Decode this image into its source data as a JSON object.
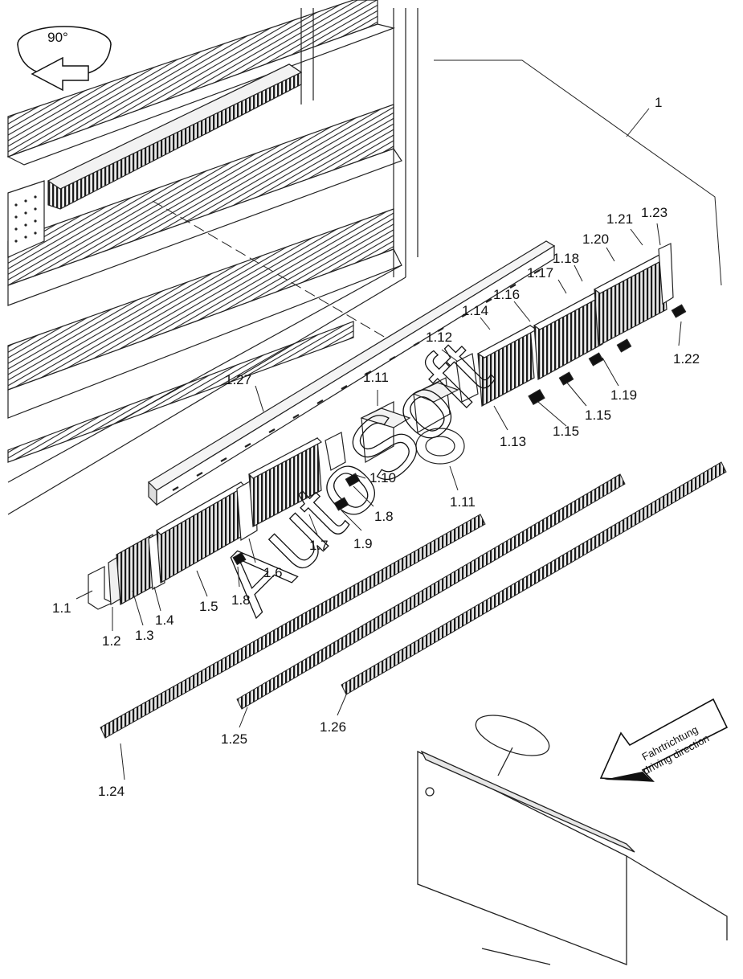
{
  "rotation_label": "90°",
  "watermark": "AutoSoft",
  "direction_label": {
    "line1": "Fahrtrichtung",
    "line2": "driving direction"
  },
  "callouts": [
    {
      "id": "c-1",
      "text": "1"
    },
    {
      "id": "c-1-1",
      "text": "1.1"
    },
    {
      "id": "c-1-2",
      "text": "1.2"
    },
    {
      "id": "c-1-3",
      "text": "1.3"
    },
    {
      "id": "c-1-4",
      "text": "1.4"
    },
    {
      "id": "c-1-5",
      "text": "1.5"
    },
    {
      "id": "c-1-6",
      "text": "1.6"
    },
    {
      "id": "c-1-7",
      "text": "1.7"
    },
    {
      "id": "c-1-8a",
      "text": "1.8"
    },
    {
      "id": "c-1-8b",
      "text": "1.8"
    },
    {
      "id": "c-1-9",
      "text": "1.9"
    },
    {
      "id": "c-1-10",
      "text": "1.10"
    },
    {
      "id": "c-1-11a",
      "text": "1.11"
    },
    {
      "id": "c-1-11b",
      "text": "1.11"
    },
    {
      "id": "c-1-12",
      "text": "1.12"
    },
    {
      "id": "c-1-13",
      "text": "1.13"
    },
    {
      "id": "c-1-14",
      "text": "1.14"
    },
    {
      "id": "c-1-15a",
      "text": "1.15"
    },
    {
      "id": "c-1-15b",
      "text": "1.15"
    },
    {
      "id": "c-1-16",
      "text": "1.16"
    },
    {
      "id": "c-1-17",
      "text": "1.17"
    },
    {
      "id": "c-1-18",
      "text": "1.18"
    },
    {
      "id": "c-1-19",
      "text": "1.19"
    },
    {
      "id": "c-1-20",
      "text": "1.20"
    },
    {
      "id": "c-1-21",
      "text": "1.21"
    },
    {
      "id": "c-1-22",
      "text": "1.22"
    },
    {
      "id": "c-1-23",
      "text": "1.23"
    },
    {
      "id": "c-1-24",
      "text": "1.24"
    },
    {
      "id": "c-1-25",
      "text": "1.25"
    },
    {
      "id": "c-1-26",
      "text": "1.26"
    },
    {
      "id": "c-1-27",
      "text": "1.27"
    }
  ]
}
